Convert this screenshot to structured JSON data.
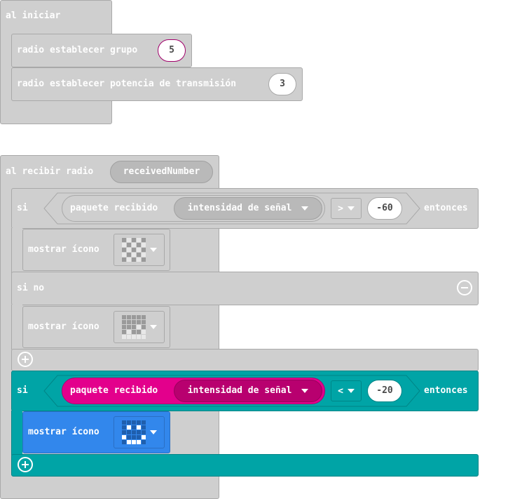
{
  "on_start": {
    "hat_label": "al iniciar",
    "set_group": {
      "label": "radio establecer grupo",
      "value": "5"
    },
    "set_power": {
      "label": "radio establecer potencia de transmisión",
      "value": "3"
    }
  },
  "on_receive": {
    "hat_label": "al recibir radio",
    "param": "receivedNumber",
    "if_block_1": {
      "if_label": "si",
      "packet_label": "paquete recibido",
      "property": "intensidad de señal",
      "operator": ">",
      "compare_value": "-60",
      "then_label": "entonces",
      "show_icon_label": "mostrar ícono",
      "else_label": "si no",
      "else_show_icon_label": "mostrar ícono"
    },
    "if_block_2": {
      "if_label": "si",
      "packet_label": "paquete recibido",
      "property": "intensidad de señal",
      "operator": "<",
      "compare_value": "-20",
      "then_label": "entonces",
      "show_icon_label": "mostrar ícono"
    }
  },
  "colors": {
    "disabled_block": "#cfcfcf",
    "logic_teal": "#00a4a6",
    "radio_magenta": "#e3008c",
    "basic_blue": "#3287ec"
  },
  "icons": [
    "led-grid-icon",
    "dropdown-arrow-icon",
    "remove-else-icon",
    "add-branch-icon"
  ]
}
